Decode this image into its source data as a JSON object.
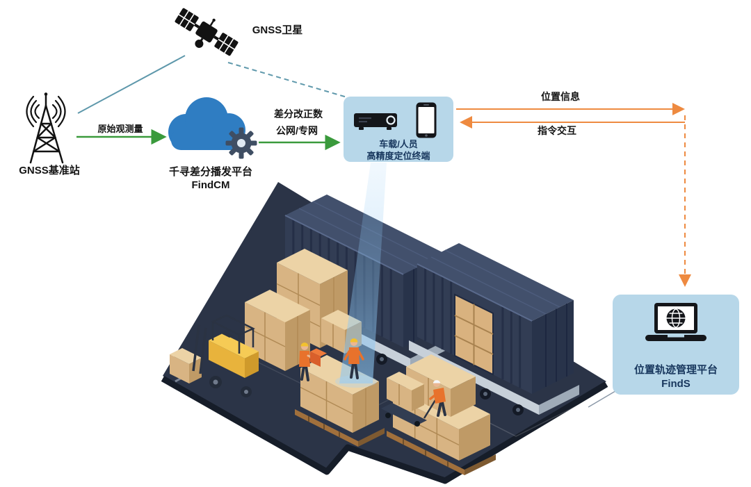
{
  "labels": {
    "satellite": "GNSS卫星",
    "base_station": "GNSS基准站",
    "raw_observation": "原始观测量",
    "cloud_platform_name": "千寻差分播发平台",
    "cloud_platform_product": "FindCM",
    "correction_data": "差分改正数",
    "network": "公网/专网",
    "terminal_type": "车载/人员",
    "terminal_name": "高精度定位终端",
    "position_info": "位置信息",
    "command_interaction": "指令交互",
    "management_platform_name": "位置轨迹管理平台",
    "management_platform_product": "FindS"
  },
  "icons": {
    "satellite": "gnss-satellite-icon",
    "base_station": "radio-tower-icon",
    "cloud_platform": "cloud-icon,gear-icon",
    "terminal": "receiver-icon,smartphone-icon",
    "management_platform": "laptop-globe-icon"
  },
  "colors": {
    "link_green": "#3a9a3c",
    "link_teal": "#5e98ab",
    "link_orange": "#ee8a40",
    "cloud_blue": "#2f7dc2",
    "gear_slate": "#3f4e63",
    "panel_blue": "#b7d7e9",
    "panel_text": "#17365d",
    "floor_navy": "#2b3447",
    "container_navy": "#323d54",
    "carton_tan": "#d8b483",
    "forklift_yellow": "#e8b33c",
    "beam_blue": "#8dc7f4"
  },
  "scene": {
    "kind": "isometric-container-yard",
    "elements": [
      "shipping-container",
      "shipping-container-with-open-door",
      "carton-stacks",
      "forklift",
      "pallet-stacks",
      "pallet-jack",
      "workers",
      "positioning-beam"
    ]
  }
}
